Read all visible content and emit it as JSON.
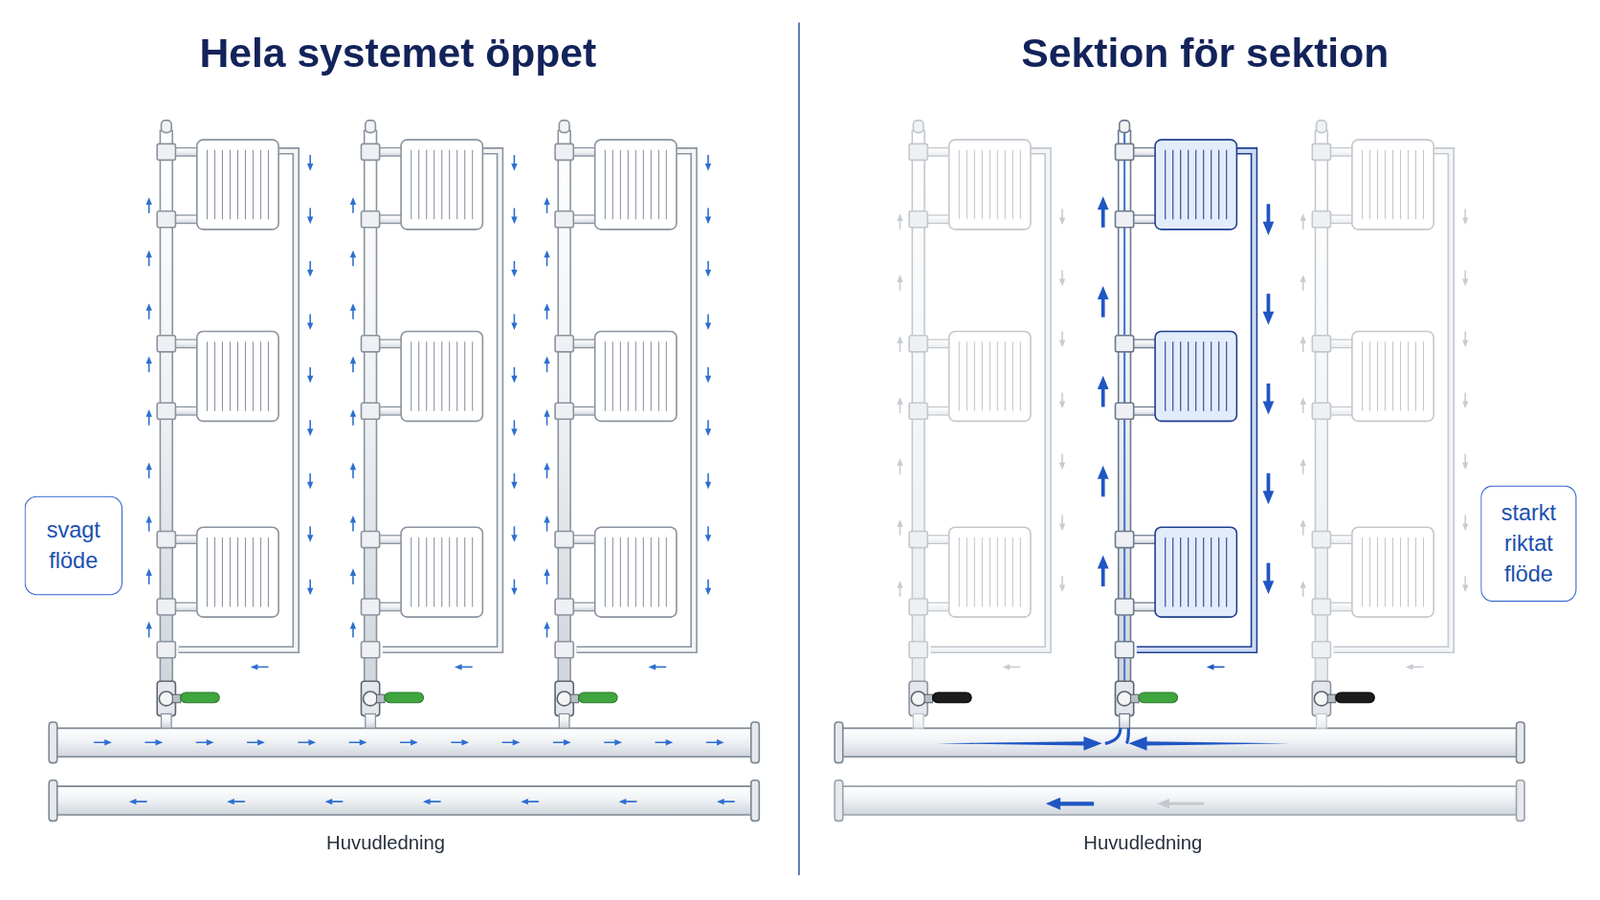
{
  "diagram": {
    "nodes": [
      {
        "text": [
          "svagt flöde"
        ]
      },
      {
        "text": [
          "starkt riktat flöde"
        ]
      }
    ],
    "labels": [
      "Hela systemet öppet",
      "Sektion för sektion",
      "Huvudledning",
      "Huvudledning"
    ]
  }
}
